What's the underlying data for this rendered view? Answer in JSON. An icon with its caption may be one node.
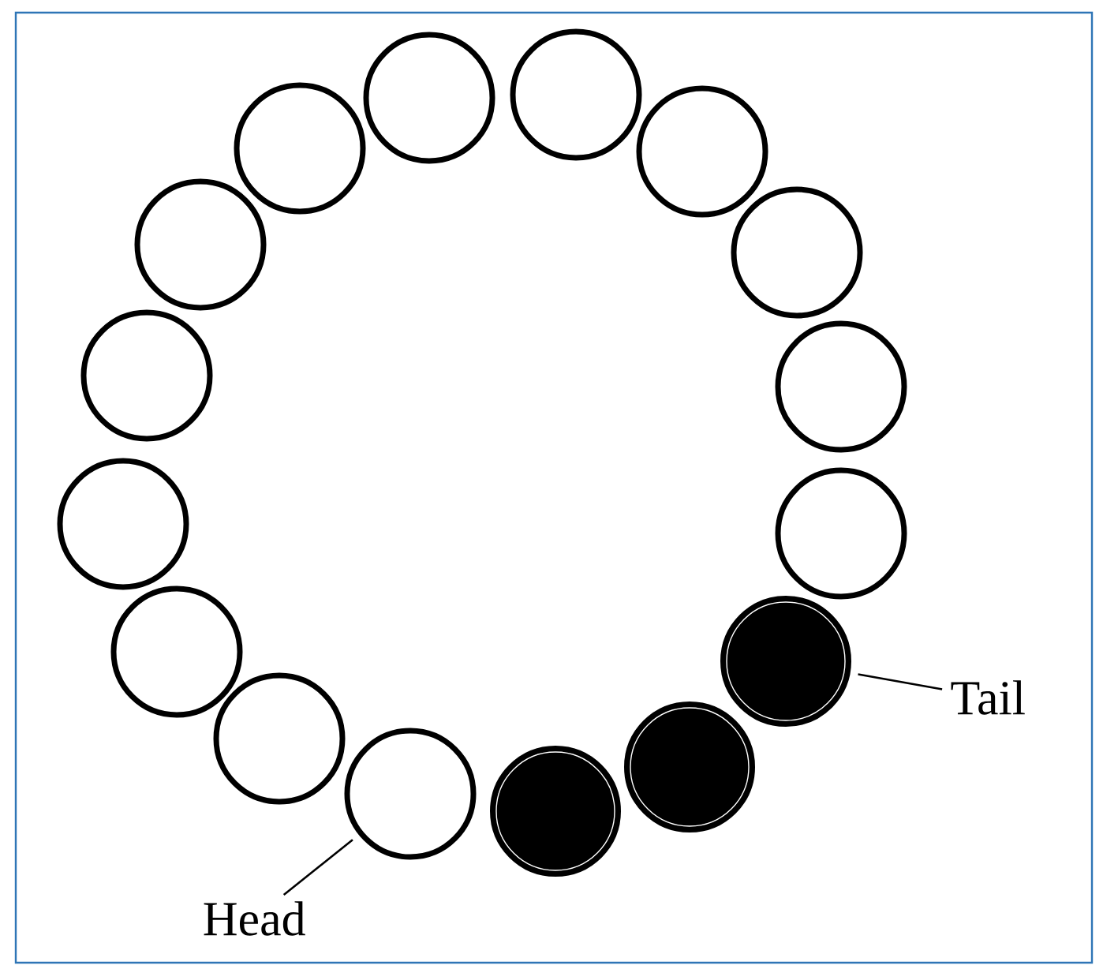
{
  "diagram": {
    "nodes": [
      {
        "text": [],
        "shape": "circle"
      },
      {
        "text": [],
        "shape": "circle"
      },
      {
        "text": [],
        "shape": "circle"
      },
      {
        "text": [],
        "shape": "circle"
      },
      {
        "text": [],
        "shape": "circle"
      },
      {
        "text": [],
        "shape": "circle"
      },
      {
        "text": [],
        "shape": "circle"
      },
      {
        "text": [],
        "shape": "circle"
      },
      {
        "text": [],
        "shape": "circle"
      },
      {
        "text": [],
        "shape": "circle"
      },
      {
        "text": [],
        "shape": "circle"
      },
      {
        "text": [],
        "shape": "circle"
      },
      {
        "text": [],
        "shape": "circle"
      },
      {
        "text": [],
        "shape": "circle"
      },
      {
        "text": [],
        "shape": "circle"
      },
      {
        "text": [],
        "shape": "circle"
      },
      {
        "text": [
          "Tail"
        ]
      },
      {
        "text": [
          "Head"
        ]
      }
    ],
    "edges": [
      {
        "from": 16,
        "to": 11,
        "arrow": "none"
      },
      {
        "from": 17,
        "to": 14,
        "arrow": "none"
      }
    ]
  }
}
